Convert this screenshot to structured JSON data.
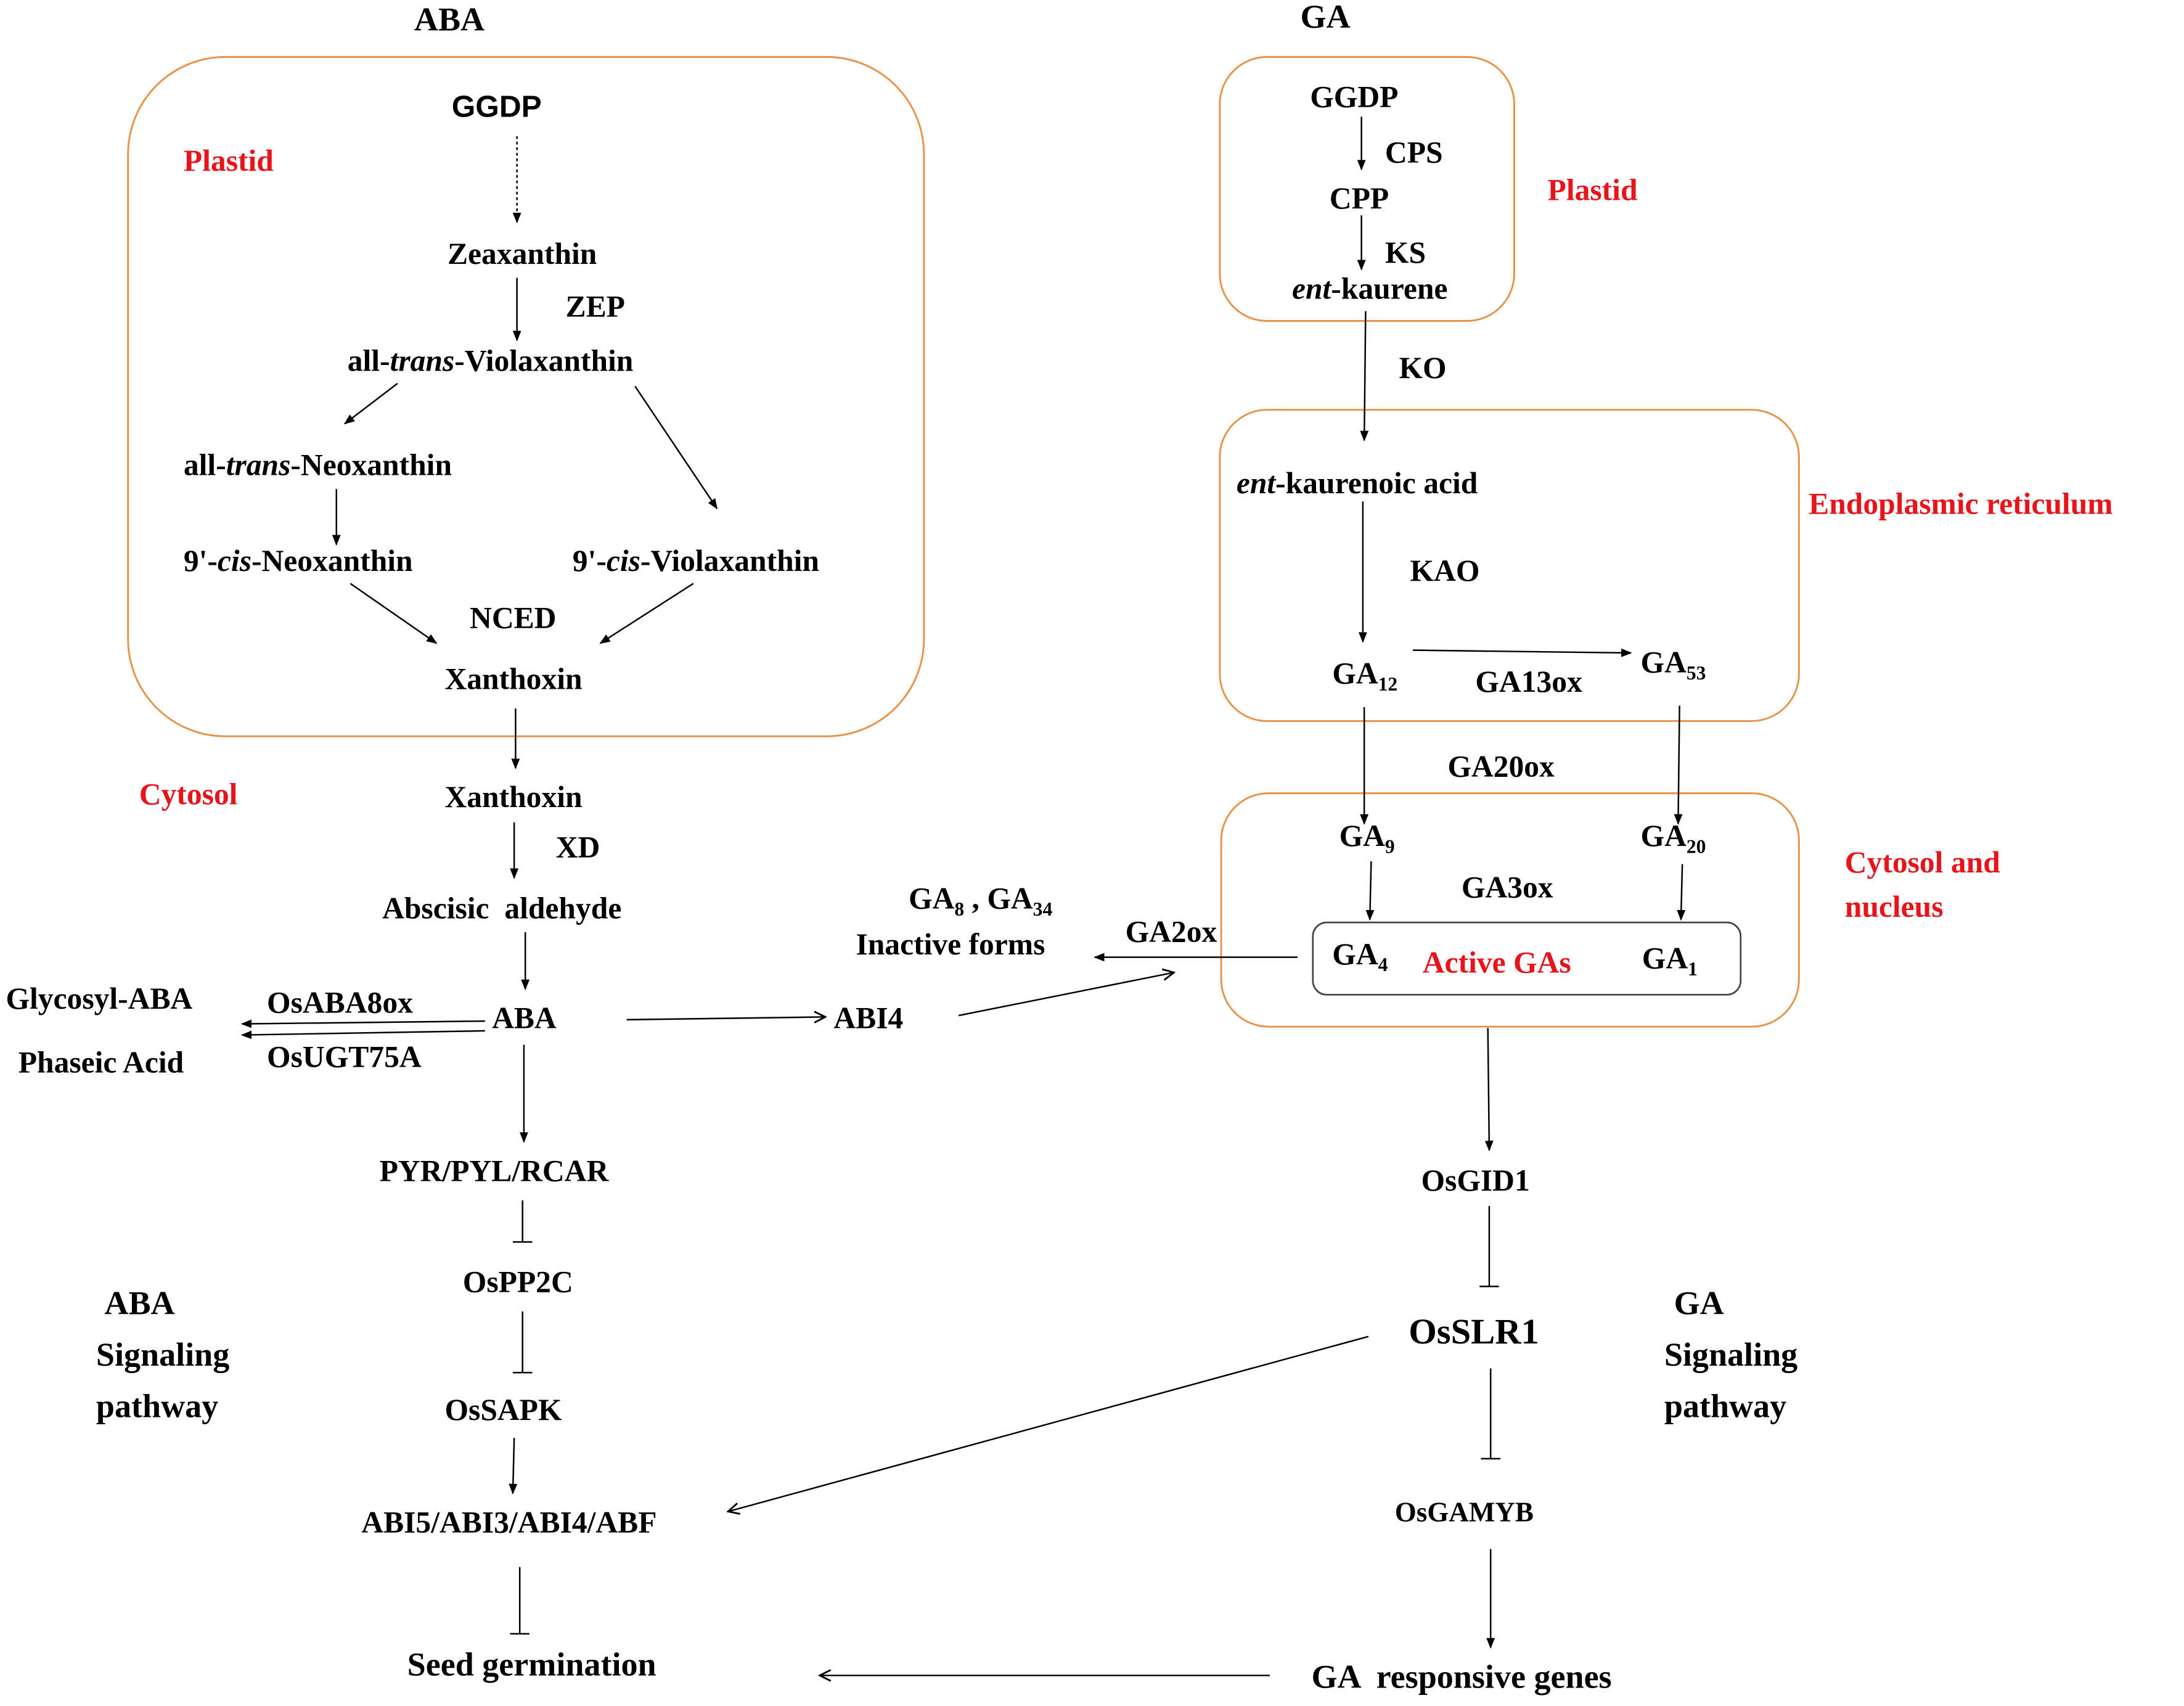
{
  "headers": {
    "aba": "ABA",
    "ga": "GA"
  },
  "compartments": {
    "aba_plastid": "Plastid",
    "aba_cytosol": "Cytosol",
    "ga_plastid": "Plastid",
    "ga_er": "Endoplasmic reticulum",
    "ga_cytosol_line1": "Cytosol and",
    "ga_cytosol_line2": "nucleus",
    "active_gas": "Active GAs"
  },
  "aba_pathway": {
    "ggdp": "GGDP",
    "zeaxanthin": "Zeaxanthin",
    "zep": "ZEP",
    "atv_prefix": "all-",
    "atv_italic": "trans",
    "atv_suffix": "-Violaxanthin",
    "atn_prefix": "all-",
    "atn_italic": "trans",
    "atn_suffix": "-Neoxanthin",
    "cn_prefix": "9'-",
    "cn_italic": "cis",
    "cn_suffix": "-Neoxanthin",
    "cv_prefix": "9'-",
    "cv_italic": "cis",
    "cv_suffix": "-Violaxanthin",
    "nced": "NCED",
    "xanthoxin_plastid": "Xanthoxin",
    "xanthoxin_cytosol": "Xanthoxin",
    "xd": "XD",
    "abscisic_aldehyde": "Abscisic  aldehyde",
    "aba": "ABA",
    "glycosyl_aba": "Glycosyl-ABA",
    "phaseic_acid": "Phaseic Acid",
    "osaba8ox": "OsABA8ox",
    "osugt75a": "OsUGT75A",
    "abi4": "ABI4"
  },
  "ga_pathway": {
    "ggdp": "GGDP",
    "cps": "CPS",
    "cpp": "CPP",
    "ks": "KS",
    "ent_kaurene_italic": "ent",
    "ent_kaurene_suffix": "-kaurene",
    "ko": "KO",
    "ent_acid_italic": "ent",
    "ent_acid_suffix": "-kaurenoic acid",
    "kao": "KAO",
    "ga12_base": "GA",
    "ga12_sub": "12",
    "ga53_base": "GA",
    "ga53_sub": "53",
    "ga13ox": "GA13ox",
    "ga20ox": "GA20ox",
    "ga9_base": "GA",
    "ga9_sub": "9",
    "ga20_base": "GA",
    "ga20_sub": "20",
    "ga3ox": "GA3ox",
    "ga4_base": "GA",
    "ga4_sub": "4",
    "ga1_base": "GA",
    "ga1_sub": "1",
    "ga2ox": "GA2ox",
    "ga8_base": "GA",
    "ga8_sub": "8",
    "comma": " , ",
    "ga34_base": "GA",
    "ga34_sub": "34",
    "inactive_forms": "Inactive forms"
  },
  "aba_signaling": {
    "title_1": "ABA",
    "title_2": "Signaling",
    "title_3": "pathway",
    "pyr": "PYR/PYL/RCAR",
    "ospp2c": "OsPP2C",
    "ossapk": "OsSAPK",
    "abi5": "ABI5/ABI3/ABI4/ABF",
    "seed_germination": "Seed germination"
  },
  "ga_signaling": {
    "title_1": "GA",
    "title_2": "Signaling",
    "title_3": "pathway",
    "osgid1": "OsGID1",
    "osslr1": "OsSLR1",
    "osgamyb": "OsGAMYB",
    "responsive": "GA  responsive genes"
  }
}
